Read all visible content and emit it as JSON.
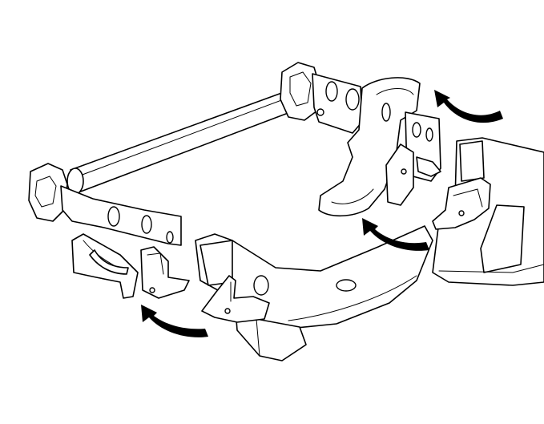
{
  "diagram": {
    "colors": {
      "line": "#000000",
      "background": "#ffffff",
      "arrow": "#000000"
    },
    "parts": [
      "rear-crossmember-tube",
      "left-frame-bracket",
      "right-frame-bracket",
      "center-hanger-bracket",
      "left-mount-brackets",
      "right-mount-brackets",
      "front-frame-rail"
    ],
    "arrows": [
      "arrow-top-right",
      "arrow-middle",
      "arrow-bottom-left"
    ]
  }
}
